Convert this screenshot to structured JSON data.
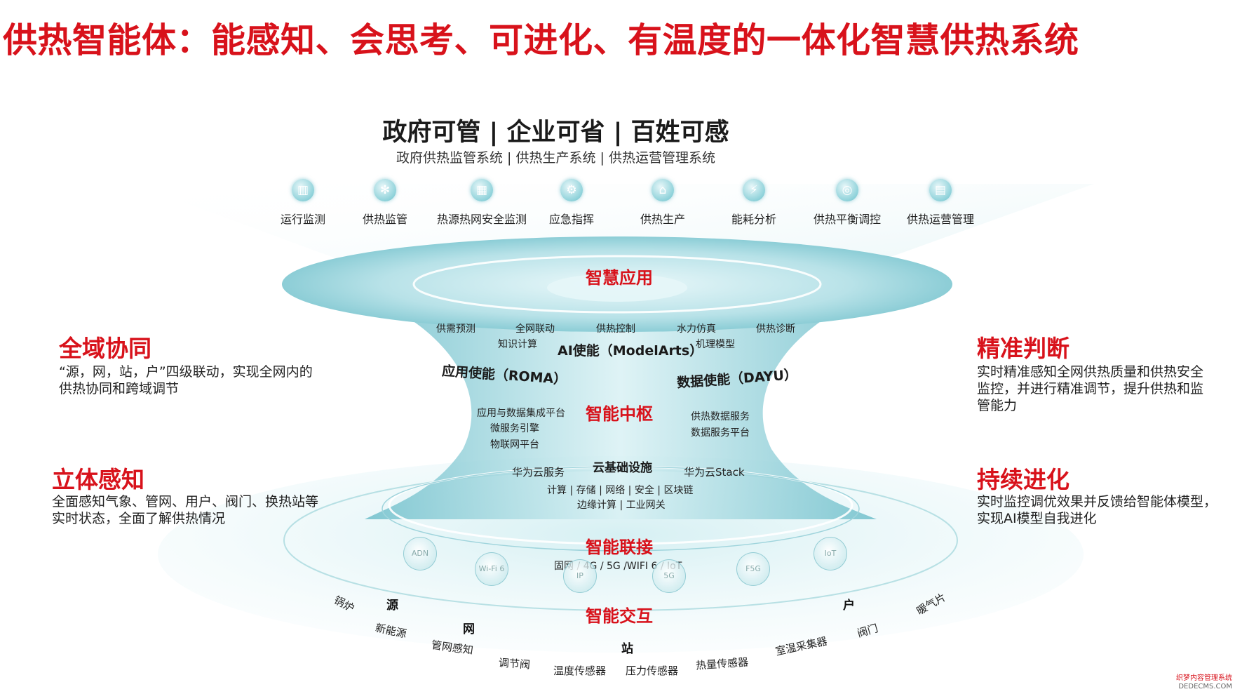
{
  "title": "供热智能体：能感知、会思考、可进化、有温度的一体化智慧供热系统",
  "tagline": "政府可管  | 企业可省 | 百姓可感",
  "systems": "政府供热监管系统 | 供热生产系统 | 供热运营管理系统",
  "apps": [
    {
      "label": "运行监测",
      "icon": "monitor-icon"
    },
    {
      "label": "供热监管",
      "icon": "supervision-icon"
    },
    {
      "label": "热源热网安全监测",
      "icon": "safety-icon"
    },
    {
      "label": "应急指挥",
      "icon": "emergency-icon"
    },
    {
      "label": "供热生产",
      "icon": "production-icon"
    },
    {
      "label": "能耗分析",
      "icon": "energy-icon"
    },
    {
      "label": "供热平衡调控",
      "icon": "balance-icon"
    },
    {
      "label": "供热运营管理",
      "icon": "operation-icon"
    }
  ],
  "smart_app": {
    "label": "智慧应用",
    "items": [
      "供需预测",
      "全网联动",
      "供热控制",
      "水力仿真",
      "供热诊断",
      "知识计算",
      "机理模型"
    ],
    "ai": "AI使能（ModelArts）"
  },
  "hub": {
    "label": "智能中枢",
    "app_enable": "应用使能（ROMA）",
    "data_enable": "数据使能（DAYU）",
    "left_items": [
      "应用与数据集成平台",
      "微服务引擎",
      "物联网平台"
    ],
    "right_items": [
      "供热数据服务",
      "数据服务平台"
    ]
  },
  "cloud": {
    "label": "云基础设施",
    "left": "华为云服务",
    "right": "华为云Stack",
    "line1": "计算 | 存储 | 网络 | 安全 | 区块链",
    "line2": "边缘计算 | 工业网关"
  },
  "connect": {
    "label": "智能联接",
    "line": "固网 / 4G / 5G /WIFI 6 / IoT",
    "protocols": [
      "ADN",
      "Wi-Fi 6",
      "IP",
      "5G",
      "F5G",
      "IoT"
    ]
  },
  "interact": {
    "label": "智能交互",
    "keys": [
      "源",
      "网",
      "站",
      "户"
    ],
    "items": [
      "锅炉",
      "新能源",
      "管网感知",
      "调节阀",
      "温度传感器",
      "压力传感器",
      "热量传感器",
      "室温采集器",
      "阀门",
      "暖气片"
    ]
  },
  "left_panels": [
    {
      "title": "全域协同",
      "desc": "“源，网，站，户”四级联动，实现全网内的供热协同和跨域调节"
    },
    {
      "title": "立体感知",
      "desc": "全面感知气象、管网、用户、阀门、换热站等实时状态，全面了解供热情况"
    }
  ],
  "right_panels": [
    {
      "title": "精准判断",
      "desc": "实时精准感知全网供热质量和供热安全监控，并进行精准调节，提升供热和监管能力"
    },
    {
      "title": "持续进化",
      "desc": "实时监控调优效果并反馈给智能体模型，实现AI模型自我进化"
    }
  ],
  "watermark": [
    "织梦内容管理系统",
    "DEDECMS.COM"
  ],
  "colors": {
    "accent": "#d8121b",
    "teal": "#7fc9d3"
  }
}
